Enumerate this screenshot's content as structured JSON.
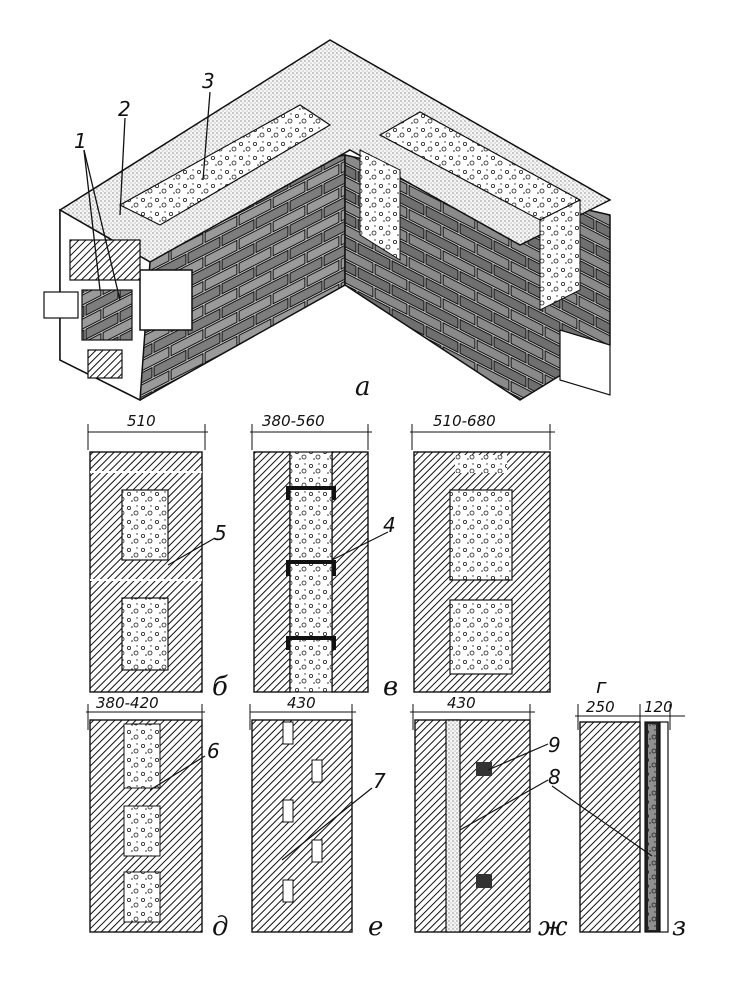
{
  "figure": {
    "top_labels": [
      "1",
      "2",
      "3"
    ],
    "top_caption": "а",
    "panels": [
      {
        "id": "b",
        "dimension": "510",
        "caption": "б",
        "callout": "5"
      },
      {
        "id": "v",
        "dimension": "380-560",
        "caption": "в",
        "callout": "4"
      },
      {
        "id": "g",
        "dimension": "510-680",
        "caption": "",
        "callout": ""
      },
      {
        "id": "d",
        "dimension": "380-420",
        "caption": "д",
        "callout": "6"
      },
      {
        "id": "e",
        "dimension": "430",
        "caption": "е",
        "callout": "7"
      },
      {
        "id": "zh",
        "dimension": "430",
        "caption": "ж",
        "callout": "9",
        "callout2": "8"
      },
      {
        "id": "z",
        "dimension": "250",
        "dimension2": "120",
        "caption": "з",
        "caption_top": "г"
      }
    ]
  }
}
